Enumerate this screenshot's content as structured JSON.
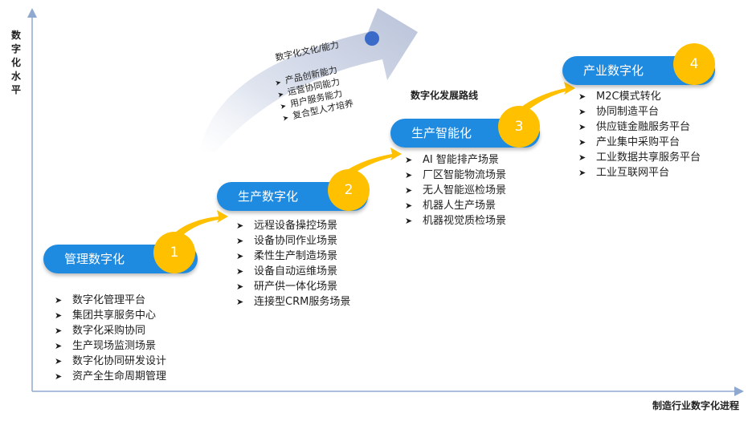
{
  "axes": {
    "y_label": "数字化水平",
    "x_label": "制造行业数字化进程"
  },
  "route_title": "数字化发展路线",
  "culture": {
    "title": "数字化文化/能力",
    "bullet": "➤",
    "items": [
      "产品创新能力",
      "运营协同能力",
      "用户服务能力",
      "复合型人才培养"
    ]
  },
  "colors": {
    "pill": "#1f8be0",
    "circle": "#ffc000",
    "connector": "#ffc000",
    "big_arrow": "#c9d0e4",
    "dot": "#3a6bc9",
    "axis": "#8fa8d0"
  },
  "stages": [
    {
      "label": "管理数字化",
      "number": "1",
      "bullet": "➤",
      "items": [
        "数字化管理平台",
        "集团共享服务中心",
        "数字化采购协同",
        "生产现场监测场景",
        "数字化协同研发设计",
        "资产全生命周期管理"
      ]
    },
    {
      "label": "生产数字化",
      "number": "2",
      "bullet": "➤",
      "items": [
        "远程设备操控场景",
        "设备协同作业场景",
        "柔性生产制造场景",
        "设备自动运维场景",
        "研产供一体化场景",
        "连接型CRM服务场景"
      ]
    },
    {
      "label": "生产智能化",
      "number": "3",
      "bullet": "➤",
      "items": [
        "AI 智能排产场景",
        "厂区智能物流场景",
        "无人智能巡检场景",
        "机器人生产场景",
        "机器视觉质检场景"
      ]
    },
    {
      "label": "产业数字化",
      "number": "4",
      "bullet": "➤",
      "items": [
        "M2C模式转化",
        "协同制造平台",
        "供应链金融服务平台",
        "产业集中采购平台",
        "工业数据共享服务平台",
        "工业互联网平台"
      ]
    }
  ]
}
